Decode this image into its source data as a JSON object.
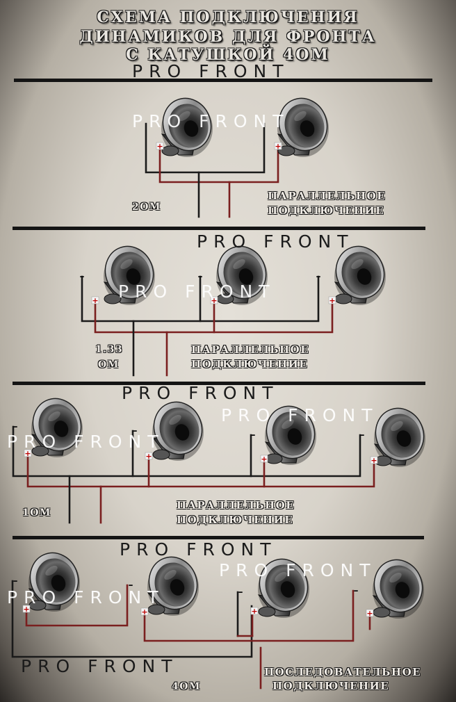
{
  "title": {
    "line1": "СХЕМА ПОДКЛЮЧЕНИЯ",
    "line2": "ДИНАМИКОВ ДЛЯ ФРОНТА",
    "line3": "С КАТУШКОЙ 4ОМ"
  },
  "watermark": "PRO FRONT",
  "sections": [
    {
      "impedance": "2ОМ",
      "mode_line1": "ПАРАЛЛЕЛЬНОЕ",
      "mode_line2": "ПОДКЛЮЧЕНИЕ"
    },
    {
      "impedance_line1": "1.33",
      "impedance_line2": "ОМ",
      "mode_line1": "ПАРАЛЛЕЛЬНОЕ",
      "mode_line2": "ПОДКЛЮЧЕНИЕ"
    },
    {
      "impedance": "1ОМ",
      "mode_line1": "ПАРАЛЛЕЛЬНОЕ",
      "mode_line2": "ПОДКЛЮЧЕНИЕ"
    },
    {
      "impedance": "4ОМ",
      "mode_line1": "ПОСЛЕДОВАТЕЛЬНОЕ",
      "mode_line2": "ПОДКЛЮЧЕНИЕ"
    }
  ],
  "symbols": {
    "plus": "+",
    "minus": "–"
  },
  "colors": {
    "positive_wire": "#7a1f1f",
    "negative_wire": "#1a1a1a",
    "background": "#dcd8d0"
  }
}
